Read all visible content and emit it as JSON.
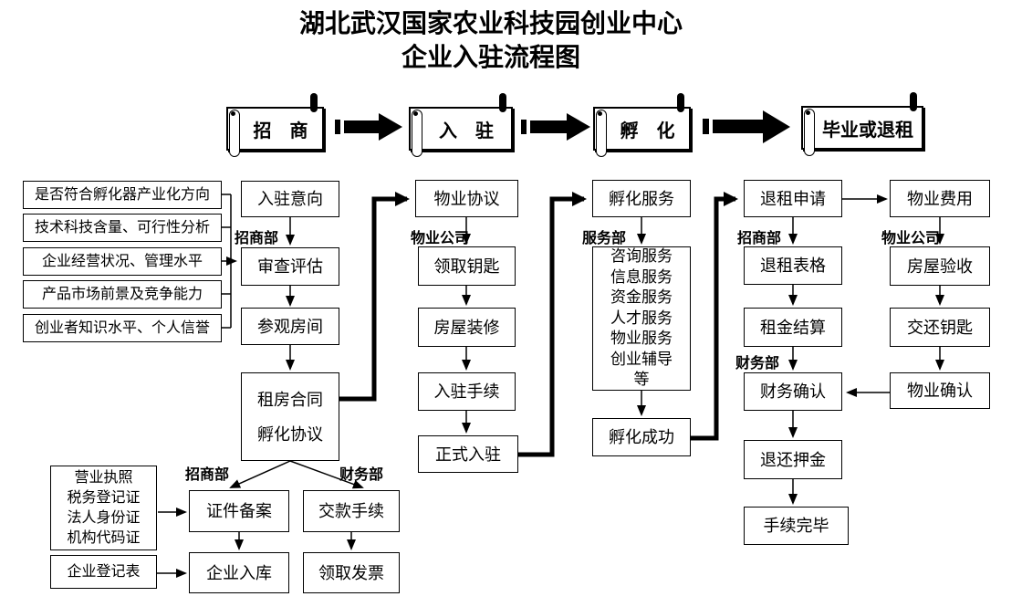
{
  "title": {
    "line1": "湖北武汉国家农业科技园创业中心",
    "line2": "企业入驻流程图"
  },
  "banners": {
    "recruit": "招　商",
    "entry": "入　驻",
    "incubate": "孵　化",
    "graduate": "毕业或退租"
  },
  "criteria": {
    "items": [
      "是否符合孵化器产业化方向",
      "技术科技含量、可行性分析",
      "企业经营状况、管理水平",
      "产品市场前景及竞争能力",
      "创业者知识水平、个人信誉"
    ]
  },
  "recruit": {
    "dept": "招商部",
    "intent": "入驻意向",
    "review": "审查评估",
    "visit": "参观房间",
    "contract": [
      "租房合同",
      "孵化协议"
    ]
  },
  "registration": {
    "dept_left": "招商部",
    "dept_right": "财务部",
    "docs": [
      "营业执照",
      "税务登记证",
      "法人身份证",
      "机构代码证"
    ],
    "form": "企业登记表",
    "filing": "证件备案",
    "warehouse": "企业入库",
    "payment": "交款手续",
    "invoice": "领取发票"
  },
  "entry": {
    "dept": "物业公司",
    "agreement": "物业协议",
    "keys": "领取钥匙",
    "renovation": "房屋装修",
    "procedure": "入驻手续",
    "official": "正式入驻"
  },
  "incubation": {
    "dept": "服务部",
    "service": "孵化服务",
    "services": [
      "咨询服务",
      "信息服务",
      "资金服务",
      "人才服务",
      "物业服务",
      "创业辅导",
      "等"
    ],
    "success": "孵化成功"
  },
  "exit": {
    "dept1": "招商部",
    "dept2": "财务部",
    "apply": "退租申请",
    "form": "退租表格",
    "settle": "租金结算",
    "finance_confirm": "财务确认",
    "deposit": "退还押金",
    "complete": "手续完毕"
  },
  "property": {
    "dept": "物业公司",
    "fee": "物业费用",
    "inspect": "房屋验收",
    "return_keys": "交还钥匙",
    "confirm": "物业确认"
  },
  "colors": {
    "line": "#000000",
    "background": "#ffffff"
  }
}
